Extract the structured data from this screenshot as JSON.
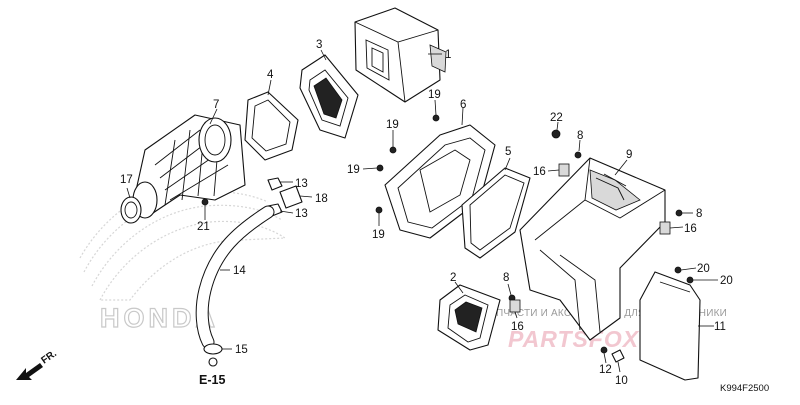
{
  "diagram": {
    "parts": [
      {
        "id": "p1",
        "number": "1"
      },
      {
        "id": "p2",
        "number": "2"
      },
      {
        "id": "p3",
        "number": "3"
      },
      {
        "id": "p4",
        "number": "4"
      },
      {
        "id": "p5",
        "number": "5"
      },
      {
        "id": "p6",
        "number": "6"
      },
      {
        "id": "p7",
        "number": "7"
      },
      {
        "id": "p8a",
        "number": "8"
      },
      {
        "id": "p8b",
        "number": "8"
      },
      {
        "id": "p8c",
        "number": "8"
      },
      {
        "id": "p9",
        "number": "9"
      },
      {
        "id": "p10",
        "number": "10"
      },
      {
        "id": "p11",
        "number": "11"
      },
      {
        "id": "p12",
        "number": "12"
      },
      {
        "id": "p13a",
        "number": "13"
      },
      {
        "id": "p13b",
        "number": "13"
      },
      {
        "id": "p14",
        "number": "14"
      },
      {
        "id": "p15",
        "number": "15"
      },
      {
        "id": "p16a",
        "number": "16"
      },
      {
        "id": "p16b",
        "number": "16"
      },
      {
        "id": "p16c",
        "number": "16"
      },
      {
        "id": "p17",
        "number": "17"
      },
      {
        "id": "p18",
        "number": "18"
      },
      {
        "id": "p19a",
        "number": "19"
      },
      {
        "id": "p19b",
        "number": "19"
      },
      {
        "id": "p19c",
        "number": "19"
      },
      {
        "id": "p19d",
        "number": "19"
      },
      {
        "id": "p20a",
        "number": "20"
      },
      {
        "id": "p20b",
        "number": "20"
      },
      {
        "id": "p21",
        "number": "21"
      },
      {
        "id": "p22",
        "number": "22"
      }
    ],
    "reference": "E-15",
    "direction": "FR.",
    "drawing_code": "K994F2500"
  },
  "watermark": {
    "brand_logo": "HONDA",
    "site_logo": "PARTSFOX.RU",
    "caption": "ЗАПЧАСТИ И АКСЕССУАРЫ ДЛЯ МОТОТЕХНИКИ"
  }
}
